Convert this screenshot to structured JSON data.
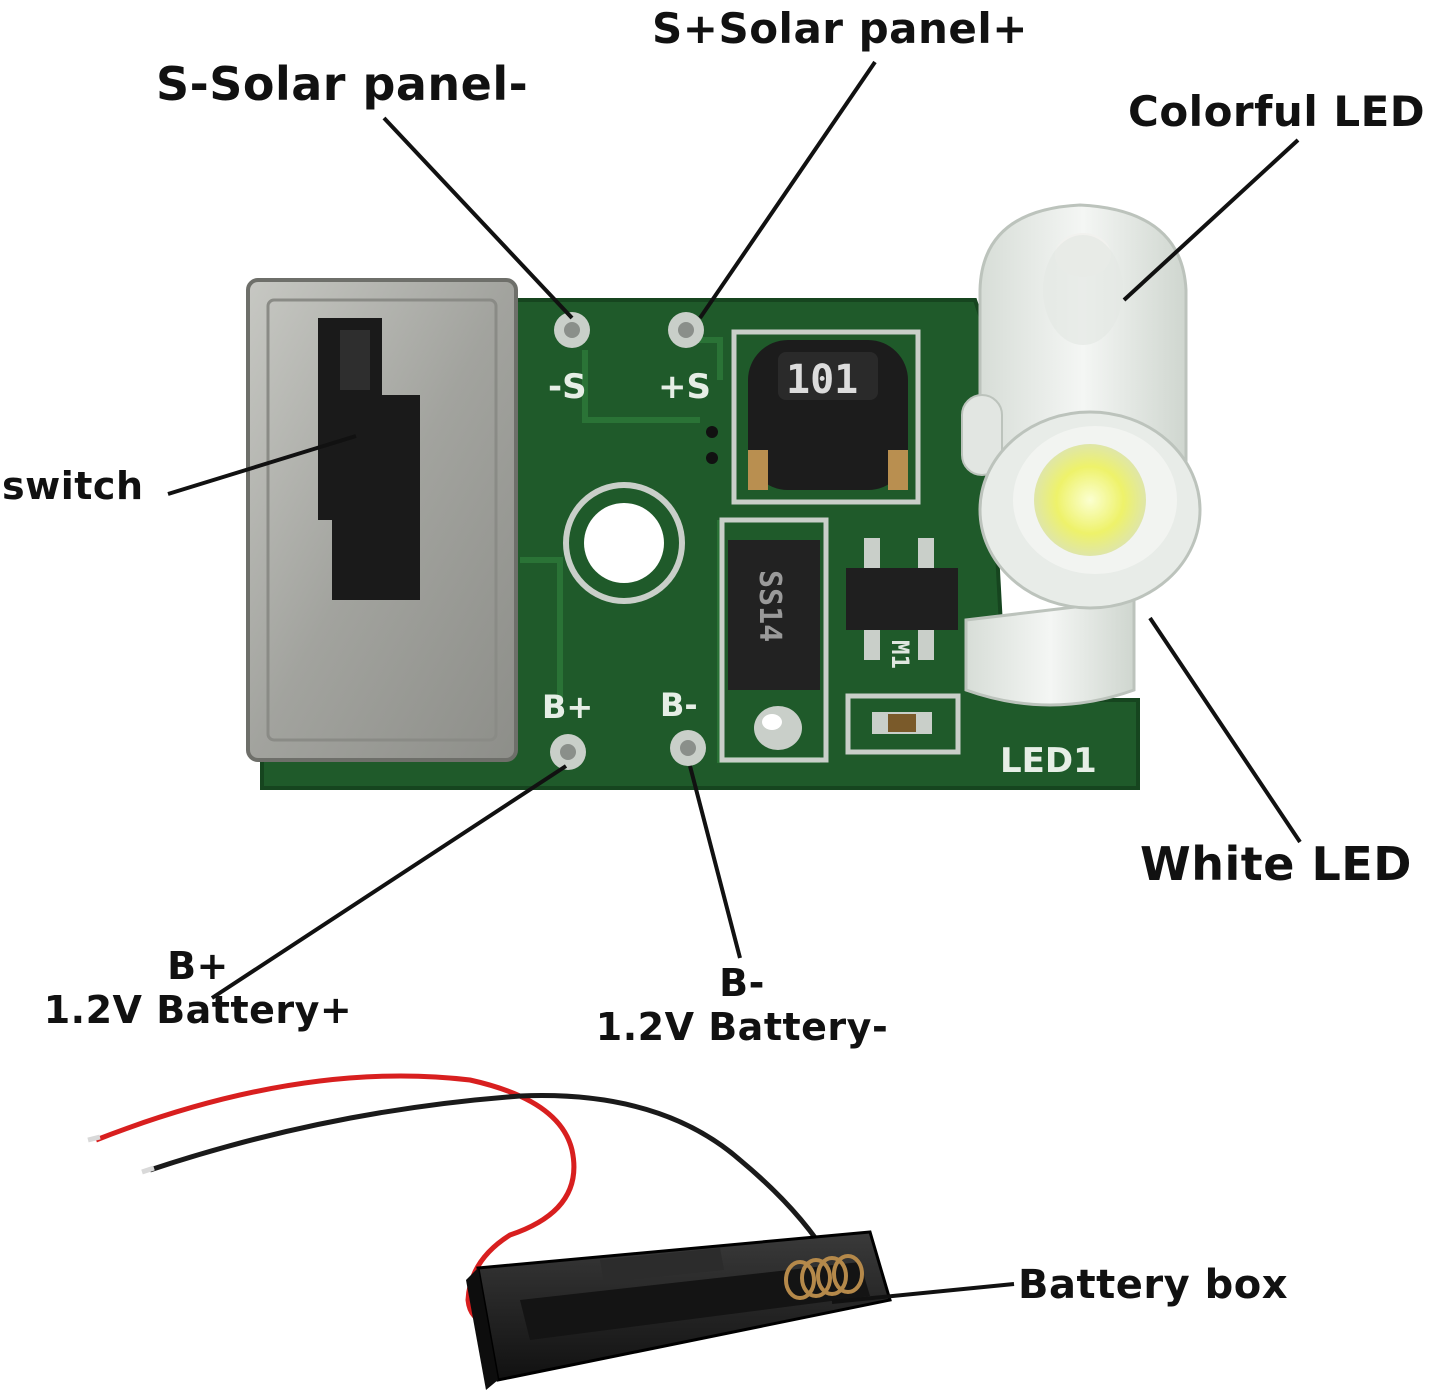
{
  "labels": {
    "solar_minus": "S-Solar panel-",
    "solar_plus": "S+Solar panel+",
    "colorful_led": "Colorful LED",
    "switch": "switch",
    "white_led": "White LED",
    "battery_plus_pin": "B+",
    "battery_plus_desc": "1.2V Battery+",
    "battery_minus_pin": "B-",
    "battery_minus_desc": "1.2V Battery-",
    "battery_box": "Battery box"
  },
  "silkscreen": {
    "minus_s": "-S",
    "plus_s": "+S",
    "b_plus": "B+",
    "b_minus": "B-",
    "led1": "LED1",
    "inductor": "101",
    "diode": "SS14",
    "transistor": "M1"
  },
  "colors": {
    "pcb": "#1f5a2a",
    "pcb_dark": "#16451f",
    "pad": "#c9cfc9",
    "switch_metal": "#a9aaa5",
    "switch_knob": "#1a1a1a",
    "led_white_glow": "#eef26a",
    "led_body": "#e8ece8",
    "wire_red": "#d81f1f",
    "wire_black": "#1a1a1a",
    "battery_box": "#1c1c1c",
    "leader_line": "#111111"
  }
}
